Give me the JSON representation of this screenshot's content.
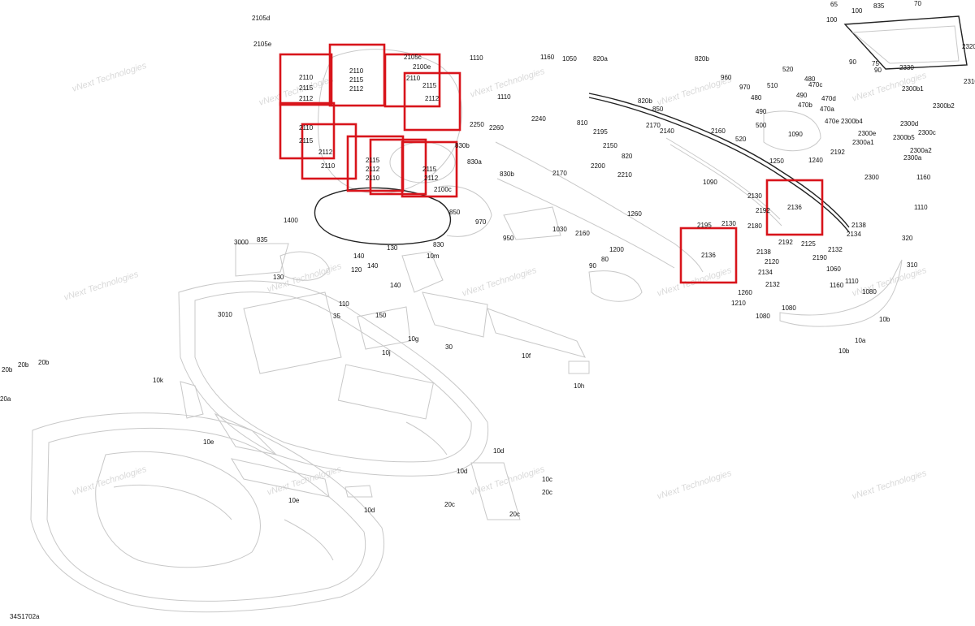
{
  "diagram_id": "34S1702a",
  "watermark_line1": "vNext",
  "watermark_line2": "Technologies",
  "highlight_color": "#d8141b",
  "callouts": [
    "2105d",
    "2105e",
    "2110",
    "2115",
    "2112",
    "2105c",
    "2100e",
    "2110",
    "2115",
    "2112",
    "2110",
    "2115",
    "2112",
    "2110",
    "2115",
    "2112",
    "2110",
    "2115",
    "2112",
    "2110",
    "2115",
    "2112",
    "2100c",
    "830",
    "830b",
    "830a",
    "830b",
    "850",
    "970",
    "950",
    "1030",
    "1110",
    "1160",
    "1050",
    "1110",
    "2250",
    "2260",
    "2240",
    "810",
    "2195",
    "2150",
    "2170",
    "2140",
    "2170",
    "2200",
    "2210",
    "820",
    "820a",
    "820b",
    "820b",
    "850",
    "960",
    "970",
    "480",
    "490",
    "500",
    "520",
    "510",
    "520",
    "480",
    "490",
    "470b",
    "470c",
    "470d",
    "470a",
    "470e",
    "1090",
    "2160",
    "1090",
    "2160",
    "1260",
    "1250",
    "1240",
    "2192",
    "2130",
    "2136",
    "2138",
    "2134",
    "2125",
    "2132",
    "2190",
    "2192",
    "2192",
    "2195",
    "2130",
    "2180",
    "2136",
    "2138",
    "2120",
    "2134",
    "2132",
    "1260",
    "1210",
    "1200",
    "80",
    "90",
    "65",
    "100",
    "835",
    "70",
    "100",
    "90",
    "75",
    "90",
    "2320",
    "2310",
    "2330",
    "2300b1",
    "2300b2",
    "2300d",
    "2300c",
    "2300b4",
    "2300e",
    "2300b5",
    "2300a1",
    "2300a2",
    "2300a",
    "2300",
    "1160",
    "1110",
    "320",
    "310",
    "1060",
    "1110",
    "1160",
    "1080",
    "1080",
    "1080",
    "10b",
    "10a",
    "10b",
    "1400",
    "835",
    "3000",
    "130",
    "3010",
    "140",
    "130",
    "140",
    "120",
    "140",
    "110",
    "150",
    "35",
    "10g",
    "10j",
    "10m",
    "30",
    "10f",
    "10h",
    "10k",
    "10e",
    "10e",
    "10d",
    "10d",
    "10c",
    "10d",
    "20c",
    "20c",
    "20c",
    "20b",
    "20b",
    "20b",
    "20a"
  ]
}
